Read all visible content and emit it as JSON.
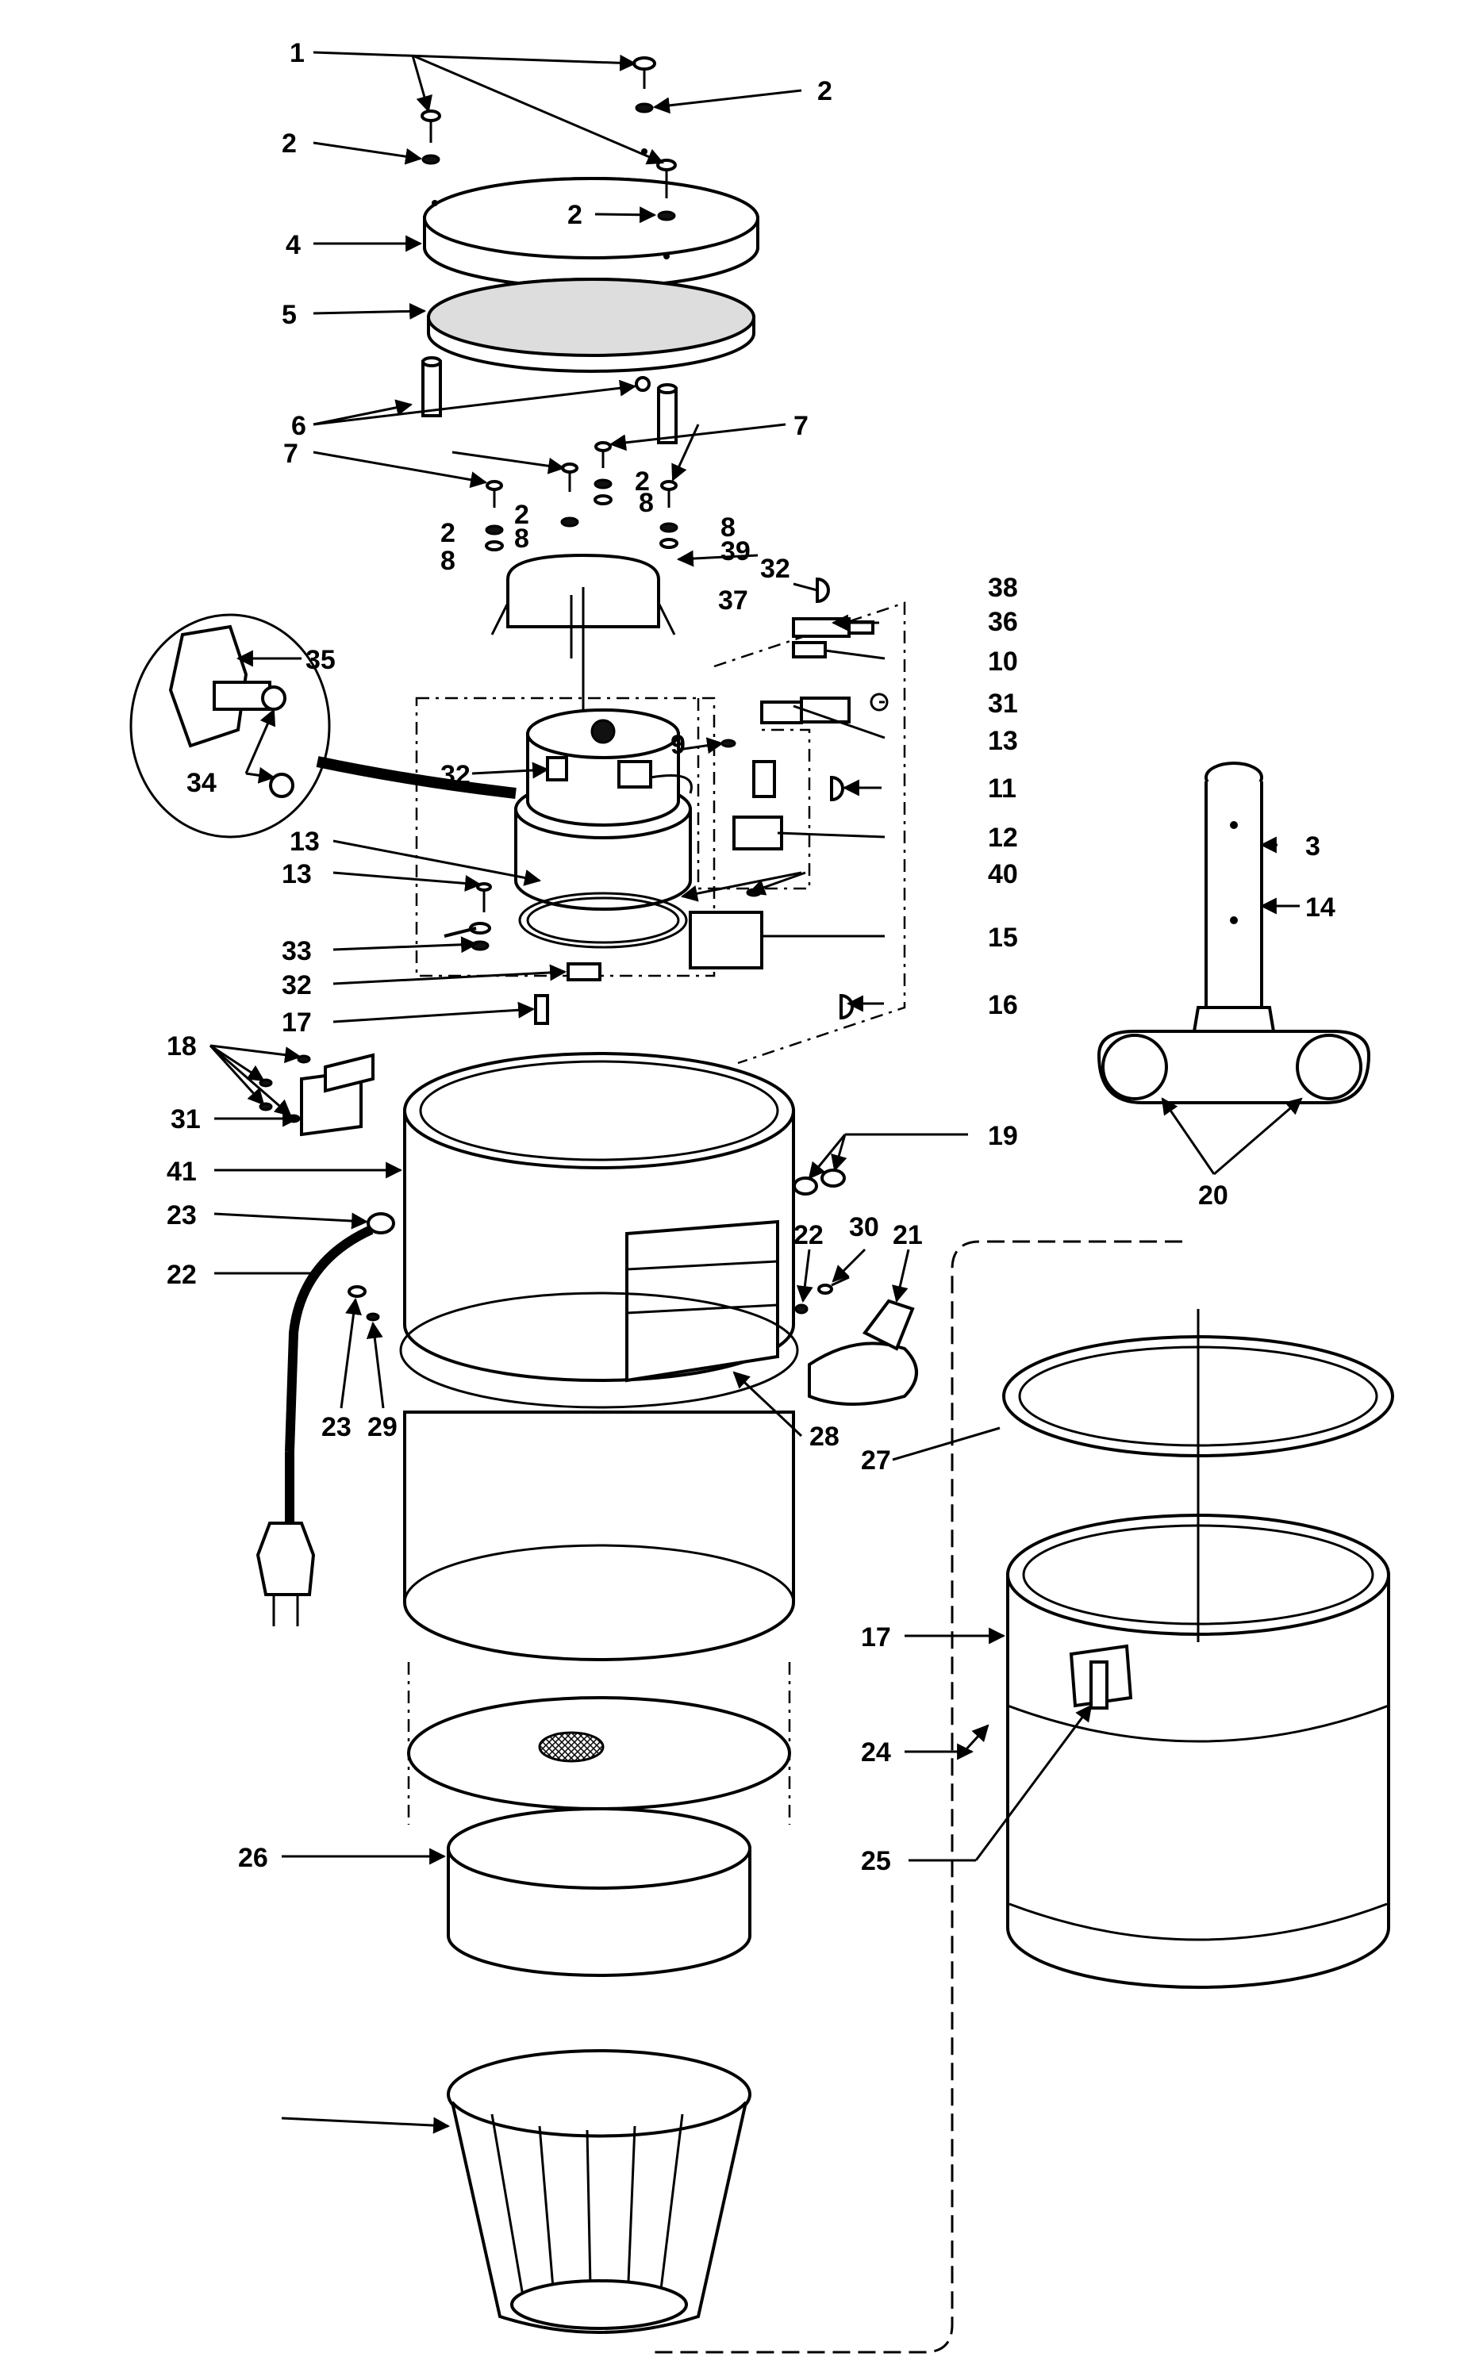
{
  "callouts": [
    {
      "id": "c1",
      "text": "1"
    },
    {
      "id": "c2a",
      "text": "2"
    },
    {
      "id": "c2b",
      "text": "2"
    },
    {
      "id": "c2c",
      "text": "2"
    },
    {
      "id": "c3",
      "text": "3"
    },
    {
      "id": "c4",
      "text": "4"
    },
    {
      "id": "c5",
      "text": "5"
    },
    {
      "id": "c6",
      "text": "6"
    },
    {
      "id": "c7a",
      "text": "7"
    },
    {
      "id": "c7b",
      "text": "7"
    },
    {
      "id": "c2d",
      "text": "2"
    },
    {
      "id": "c8a",
      "text": "8"
    },
    {
      "id": "c2e",
      "text": "2"
    },
    {
      "id": "c8b",
      "text": "8"
    },
    {
      "id": "c2f",
      "text": "2"
    },
    {
      "id": "c8c",
      "text": "8"
    },
    {
      "id": "c8d",
      "text": "8"
    },
    {
      "id": "c39",
      "text": "39"
    },
    {
      "id": "c32a",
      "text": "32"
    },
    {
      "id": "c38",
      "text": "38"
    },
    {
      "id": "c37",
      "text": "37"
    },
    {
      "id": "c36",
      "text": "36"
    },
    {
      "id": "c10",
      "text": "10"
    },
    {
      "id": "c35",
      "text": "35"
    },
    {
      "id": "c31a",
      "text": "31"
    },
    {
      "id": "c13a",
      "text": "13"
    },
    {
      "id": "c9",
      "text": "9"
    },
    {
      "id": "c32b",
      "text": "32"
    },
    {
      "id": "c11",
      "text": "11"
    },
    {
      "id": "c34",
      "text": "34"
    },
    {
      "id": "c12",
      "text": "12"
    },
    {
      "id": "c13b",
      "text": "13"
    },
    {
      "id": "c13c",
      "text": "13"
    },
    {
      "id": "c40",
      "text": "40"
    },
    {
      "id": "c14",
      "text": "14"
    },
    {
      "id": "c33",
      "text": "33"
    },
    {
      "id": "c15",
      "text": "15"
    },
    {
      "id": "c32c",
      "text": "32"
    },
    {
      "id": "c16",
      "text": "16"
    },
    {
      "id": "c17a",
      "text": "17"
    },
    {
      "id": "c18",
      "text": "18"
    },
    {
      "id": "c31b",
      "text": "31"
    },
    {
      "id": "c19",
      "text": "19"
    },
    {
      "id": "c41",
      "text": "41"
    },
    {
      "id": "c20",
      "text": "20"
    },
    {
      "id": "c23a",
      "text": "23"
    },
    {
      "id": "c22a",
      "text": "22"
    },
    {
      "id": "c30",
      "text": "30"
    },
    {
      "id": "c21",
      "text": "21"
    },
    {
      "id": "c22b",
      "text": "22"
    },
    {
      "id": "c23b",
      "text": "23"
    },
    {
      "id": "c29",
      "text": "29"
    },
    {
      "id": "c28",
      "text": "28"
    },
    {
      "id": "c27",
      "text": "27"
    },
    {
      "id": "c17b",
      "text": "17"
    },
    {
      "id": "c24",
      "text": "24"
    },
    {
      "id": "c26",
      "text": "26"
    },
    {
      "id": "c25",
      "text": "25"
    }
  ]
}
